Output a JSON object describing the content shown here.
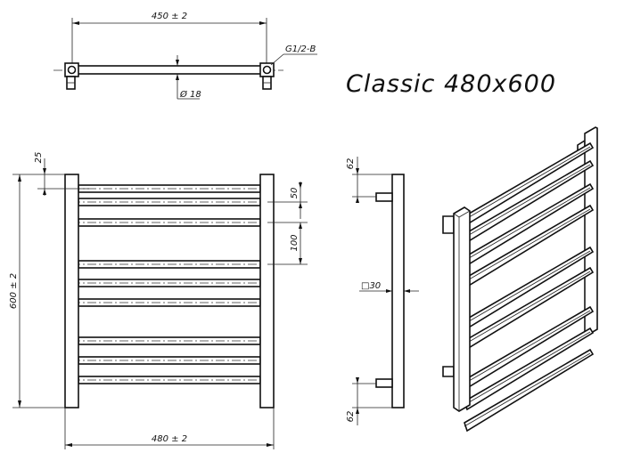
{
  "product": {
    "title": "Classic 480x600"
  },
  "dimensions": {
    "top_width": "450 ± 2",
    "thread": "G1/2-B",
    "pipe_diameter": "Ø 18",
    "offset_top": "25",
    "spacing_small": "50",
    "spacing_large": "100",
    "height": "600 ± 2",
    "bottom_width": "480 ± 2",
    "side_offset_top": "62",
    "side_offset_bottom": "62",
    "profile": "□30"
  }
}
